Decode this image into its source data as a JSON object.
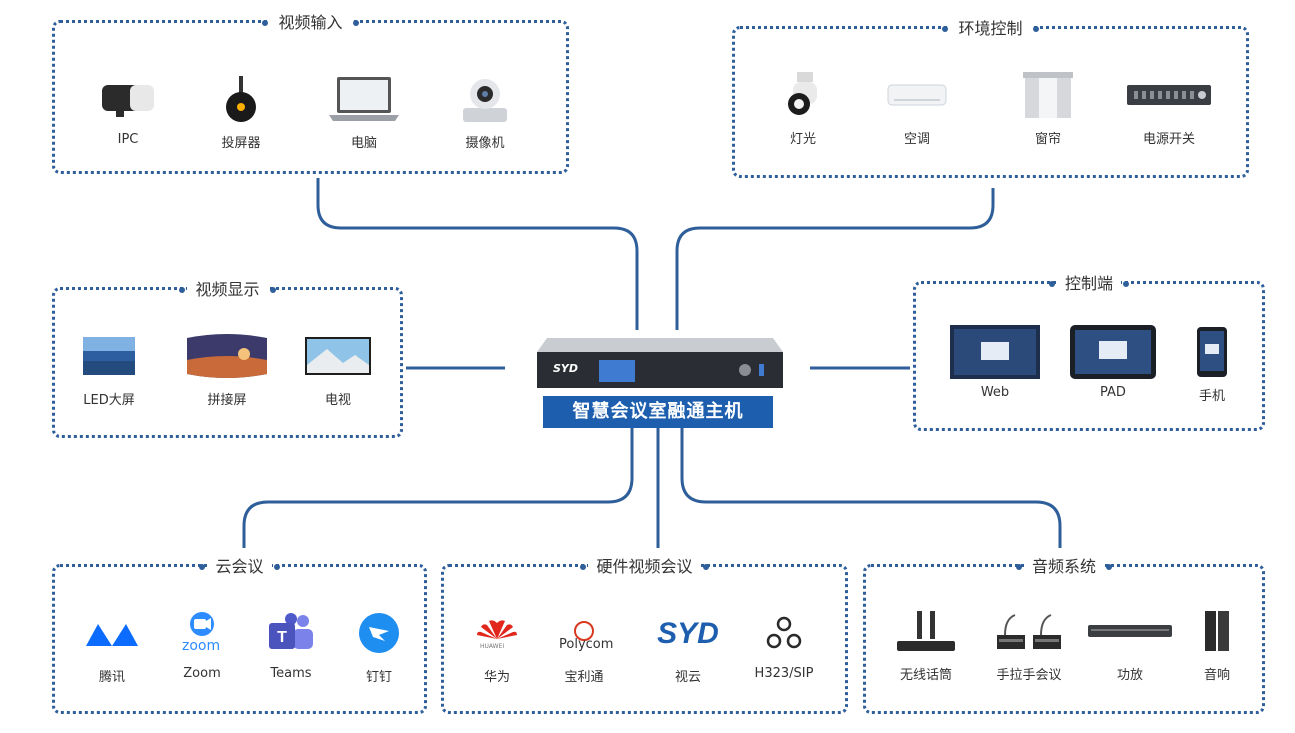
{
  "hub": {
    "label": "智慧会议室融通主机",
    "logo": "SYD"
  },
  "groups": {
    "video_input": {
      "title": "视频输入",
      "items": [
        {
          "label": "IPC"
        },
        {
          "label": "投屏器"
        },
        {
          "label": "电脑"
        },
        {
          "label": "摄像机"
        }
      ]
    },
    "env_control": {
      "title": "环境控制",
      "items": [
        {
          "label": "灯光"
        },
        {
          "label": "空调"
        },
        {
          "label": "窗帘"
        },
        {
          "label": "电源开关"
        }
      ]
    },
    "video_display": {
      "title": "视频显示",
      "items": [
        {
          "label": "LED大屏"
        },
        {
          "label": "拼接屏"
        },
        {
          "label": "电视"
        }
      ]
    },
    "control_end": {
      "title": "控制端",
      "items": [
        {
          "label": "Web"
        },
        {
          "label": "PAD"
        },
        {
          "label": "手机"
        }
      ]
    },
    "cloud_meeting": {
      "title": "云会议",
      "items": [
        {
          "label": "腾讯"
        },
        {
          "label": "Zoom"
        },
        {
          "label": "Teams"
        },
        {
          "label": "钉钉"
        }
      ]
    },
    "hw_video_meeting": {
      "title": "硬件视频会议",
      "items": [
        {
          "label": "华为"
        },
        {
          "label": "宝利通"
        },
        {
          "label": "视云"
        },
        {
          "label": "H323/SIP"
        }
      ]
    },
    "audio_system": {
      "title": "音频系统",
      "items": [
        {
          "label": "无线话筒"
        },
        {
          "label": "手拉手会议"
        },
        {
          "label": "功放"
        },
        {
          "label": "音响"
        }
      ]
    }
  },
  "logos": {
    "zoom": "zoom",
    "polycom": "Polycom",
    "huawei": "HUAWEI",
    "syd": "SYD"
  },
  "colors": {
    "accent": "#1d5fae",
    "line": "#2f5f9a",
    "dotted": "#2f5f9a"
  }
}
